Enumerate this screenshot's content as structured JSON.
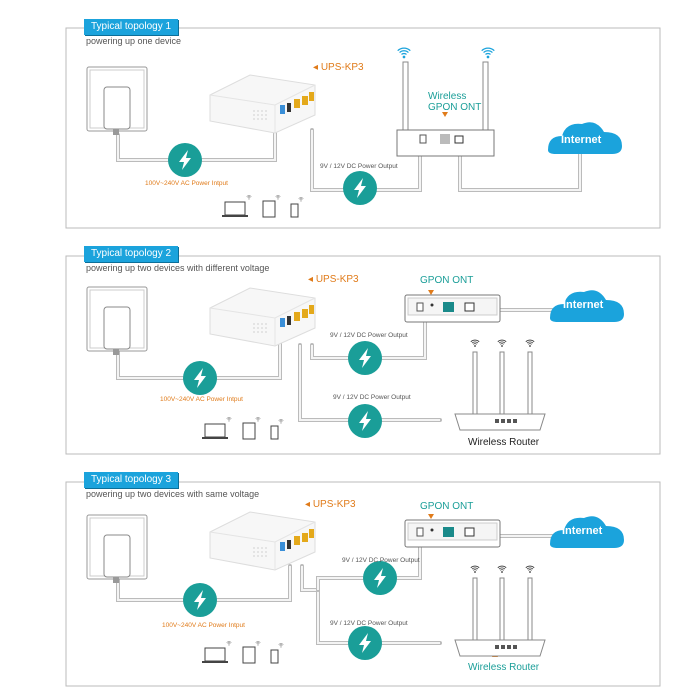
{
  "colors": {
    "accent_blue": "#1ba3dc",
    "teal": "#1a9e98",
    "orange": "#e07b1a",
    "cloud": "#1ba3dc"
  },
  "panels": [
    {
      "tag": "Typical topology 1",
      "subtitle": "powering up one device",
      "ups_label": "UPS-KP3",
      "device_label_1": "Wireless",
      "device_label_2": "GPON ONT",
      "ac_label": "100V~240V AC Power Intput",
      "dc_labels": [
        "9V / 12V DC Power Output"
      ],
      "internet": "Internet"
    },
    {
      "tag": "Typical topology 2",
      "subtitle": "powering up two devices with different voltage",
      "ups_label": "UPS-KP3",
      "ont_label": "GPON ONT",
      "router_label": "Wireless Router",
      "ac_label": "100V~240V AC Power Intput",
      "dc_labels": [
        "9V / 12V DC Power Output",
        "9V / 12V DC Power Output"
      ],
      "internet": "Internet"
    },
    {
      "tag": "Typical topology 3",
      "subtitle": "powering up two devices with same voltage",
      "ups_label": "UPS-KP3",
      "ont_label": "GPON ONT",
      "router_label": "Wireless Router",
      "ac_label": "100V~240V AC Power Intput",
      "dc_labels": [
        "9V / 12V DC Power Output",
        "9V / 12V DC Power Output"
      ],
      "internet": "Internet"
    }
  ],
  "icons": [
    "wall-outlet-adapter",
    "ups-device",
    "lightning-bolt",
    "wifi",
    "laptop",
    "tablet",
    "phone",
    "router",
    "ont",
    "cloud"
  ]
}
